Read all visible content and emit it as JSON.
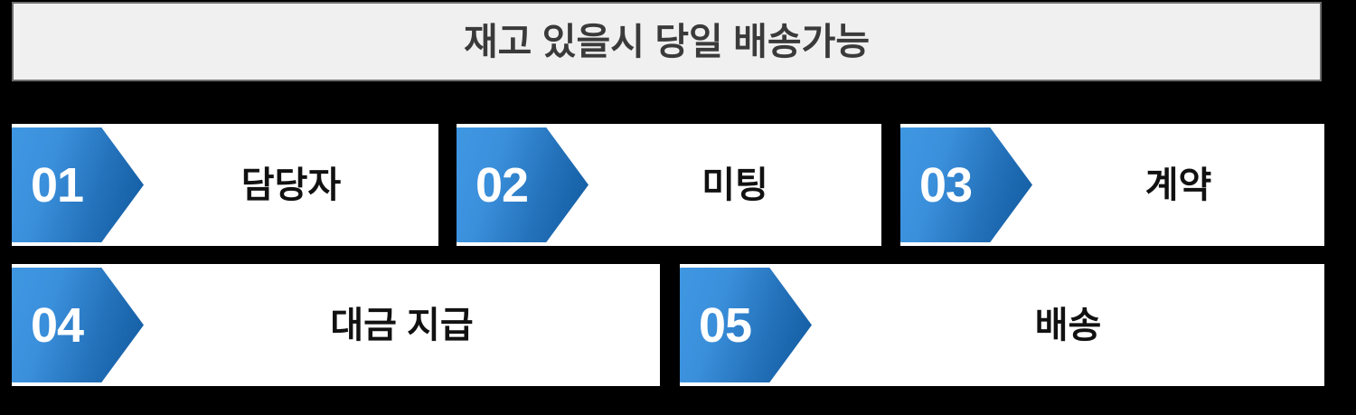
{
  "header": {
    "title": "재고 있을시 당일 배송가능",
    "background_color": "#F0F0F0",
    "border_color": "#6E6E6E",
    "text_color": "#3A3A3A"
  },
  "theme": {
    "page_background": "#000000",
    "card_background": "#FFFFFF",
    "chevron_gradient_start": "#3F97E2",
    "chevron_gradient_end": "#10599E",
    "number_text_color": "#FFFFFF",
    "label_text_color": "#111111"
  },
  "steps": [
    {
      "number": "01",
      "label": "담당자"
    },
    {
      "number": "02",
      "label": "미팅"
    },
    {
      "number": "03",
      "label": "계약"
    },
    {
      "number": "04",
      "label": "대금 지급"
    },
    {
      "number": "05",
      "label": "배송"
    }
  ]
}
